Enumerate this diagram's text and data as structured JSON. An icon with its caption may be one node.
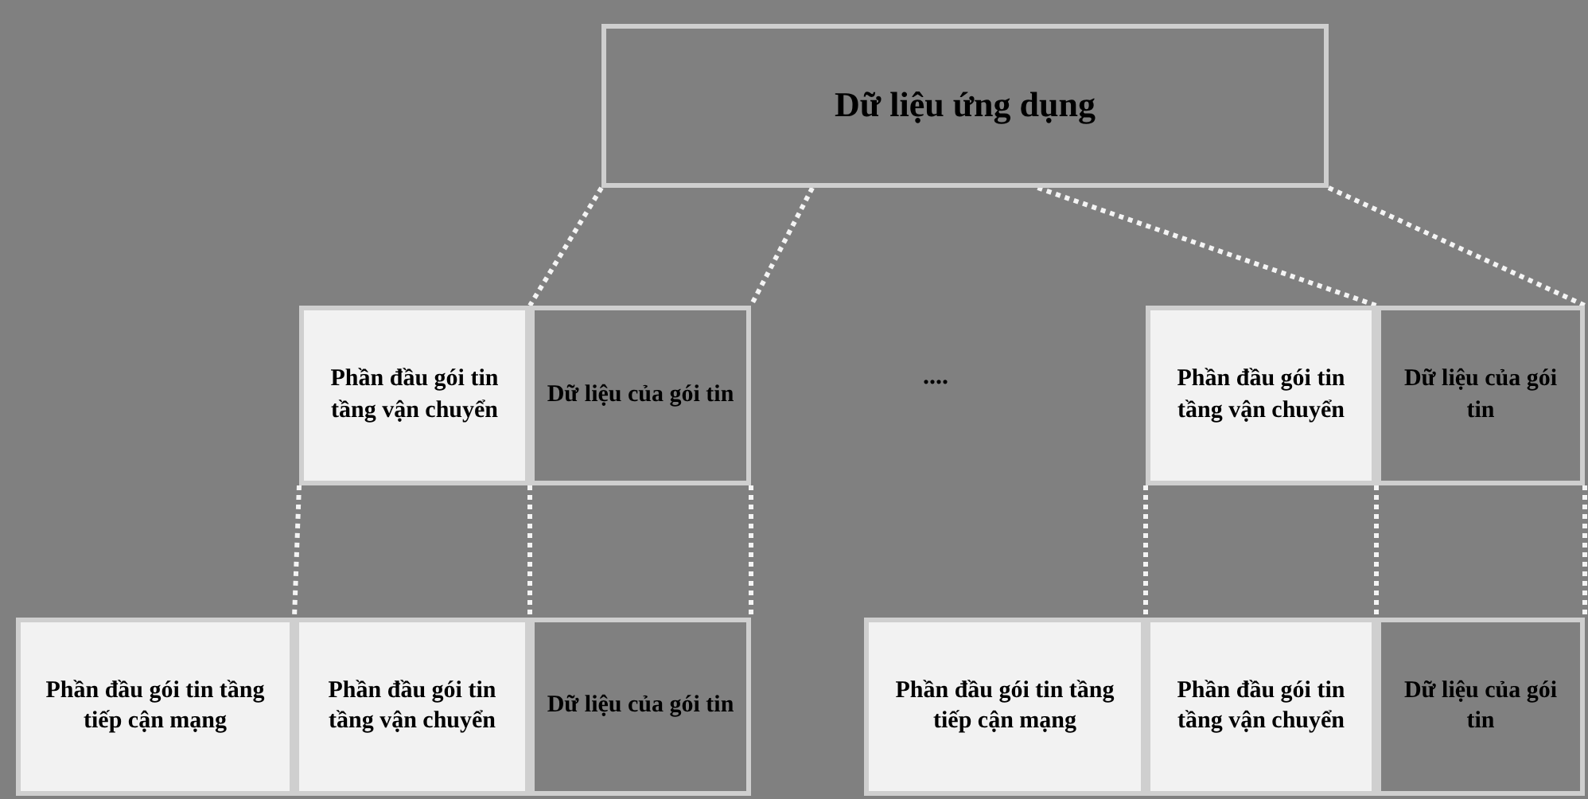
{
  "diagram": {
    "nodes": [
      {
        "text": [
          "Dữ liệu ứng dụng"
        ]
      },
      {
        "text": [
          "Phần đầu gói tin tầng vận chuyển"
        ]
      },
      {
        "text": [
          "Dữ liệu của gói tin"
        ]
      },
      {
        "text": [
          "Phần đầu gói tin tầng vận chuyển"
        ]
      },
      {
        "text": [
          "Dữ liệu của gói tin"
        ]
      },
      {
        "text": [
          "Phần đầu gói tin tầng tiếp cận mạng"
        ]
      },
      {
        "text": [
          "Phần đầu gói tin tầng vận chuyển"
        ]
      },
      {
        "text": [
          "Dữ liệu của gói tin"
        ]
      },
      {
        "text": [
          "Phần đầu gói tin tầng tiếp cận mạng"
        ]
      },
      {
        "text": [
          "Phần đầu gói tin tầng vận chuyển"
        ]
      },
      {
        "text": [
          "Dữ liệu của gói tin"
        ]
      }
    ],
    "edges": [
      {
        "from": 0,
        "to": 2,
        "arrow": "none",
        "style": "dashed"
      },
      {
        "from": 0,
        "to": 2,
        "arrow": "none",
        "style": "dashed"
      },
      {
        "from": 0,
        "to": 4,
        "arrow": "none",
        "style": "dashed"
      },
      {
        "from": 0,
        "to": 4,
        "arrow": "none",
        "style": "dashed"
      },
      {
        "from": 1,
        "to": 6,
        "arrow": "none",
        "style": "dashed"
      },
      {
        "from": 1,
        "to": 6,
        "arrow": "none",
        "style": "dashed"
      },
      {
        "from": 2,
        "to": 7,
        "arrow": "none",
        "style": "dashed"
      },
      {
        "from": 2,
        "to": 7,
        "arrow": "none",
        "style": "dashed"
      },
      {
        "from": 3,
        "to": 9,
        "arrow": "none",
        "style": "dashed"
      },
      {
        "from": 3,
        "to": 9,
        "arrow": "none",
        "style": "dashed"
      },
      {
        "from": 4,
        "to": 10,
        "arrow": "none",
        "style": "dashed"
      },
      {
        "from": 4,
        "to": 10,
        "arrow": "none",
        "style": "dashed"
      }
    ],
    "labels": [
      "...."
    ]
  }
}
